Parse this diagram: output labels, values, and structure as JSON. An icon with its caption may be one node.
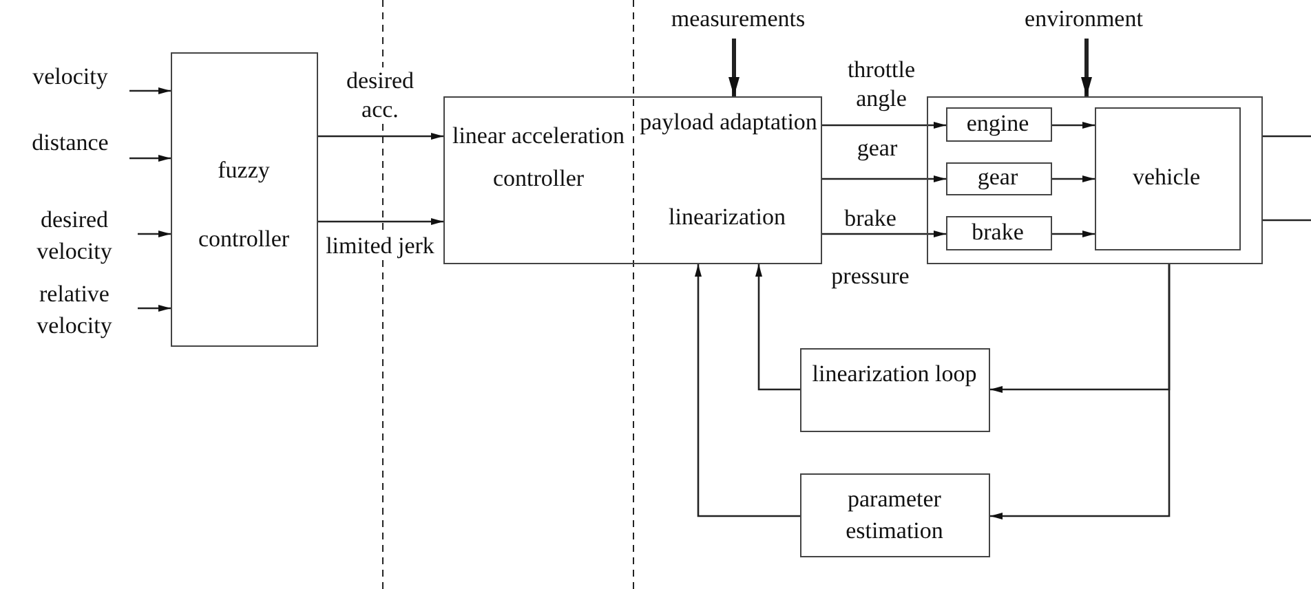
{
  "diagram": {
    "nodes": [
      {
        "text": [
          "velocity"
        ]
      },
      {
        "text": [
          "distance"
        ]
      },
      {
        "text": [
          "desired velocity"
        ]
      },
      {
        "text": [
          "relative velocity"
        ]
      },
      {
        "text": [
          "fuzzy controller"
        ]
      },
      {
        "text": [
          "linear acceleration controller",
          "payload adaptation",
          "linearization"
        ]
      },
      {
        "text": [
          "measurements"
        ]
      },
      {
        "text": [
          "environment"
        ]
      },
      {
        "text": [],
        "shape": "box"
      },
      {
        "text": [
          "engine"
        ],
        "in": 8
      },
      {
        "text": [
          "gear"
        ],
        "in": 8
      },
      {
        "text": [
          "brake"
        ],
        "in": 8
      },
      {
        "text": [
          "vehicle"
        ],
        "in": 8
      },
      {
        "text": [
          "linearization loop"
        ]
      },
      {
        "text": [
          "parameter estimation"
        ]
      }
    ],
    "edges": [
      {
        "from": 0,
        "to": 4,
        "arrow": "to"
      },
      {
        "from": 1,
        "to": 4,
        "arrow": "to"
      },
      {
        "from": 2,
        "to": 4,
        "arrow": "to"
      },
      {
        "from": 3,
        "to": 4,
        "arrow": "to"
      },
      {
        "from": 4,
        "to": 5,
        "arrow": "to",
        "label": "desired acc."
      },
      {
        "from": 4,
        "to": 5,
        "arrow": "to",
        "label": "limited jerk"
      },
      {
        "from": 6,
        "to": 5,
        "arrow": "to",
        "style": "thick"
      },
      {
        "from": 5,
        "to": 9,
        "arrow": "to",
        "label": "throttle angle"
      },
      {
        "from": 5,
        "to": 10,
        "arrow": "to",
        "label": "gear"
      },
      {
        "from": 5,
        "to": 11,
        "arrow": "to",
        "label": "brake pressure"
      },
      {
        "from": 9,
        "to": 12,
        "arrow": "to"
      },
      {
        "from": 10,
        "to": 12,
        "arrow": "to"
      },
      {
        "from": 11,
        "to": 12,
        "arrow": "to"
      },
      {
        "from": 7,
        "to": 8,
        "arrow": "to",
        "style": "thick"
      },
      {
        "from": 8,
        "to": null,
        "arrow": "none"
      },
      {
        "from": 8,
        "to": null,
        "arrow": "none"
      },
      {
        "from": 8,
        "to": 13,
        "arrow": "to"
      },
      {
        "from": 8,
        "to": 14,
        "arrow": "to"
      },
      {
        "from": 13,
        "to": 5,
        "arrow": "to"
      },
      {
        "from": 14,
        "to": 5,
        "arrow": "to"
      }
    ]
  }
}
